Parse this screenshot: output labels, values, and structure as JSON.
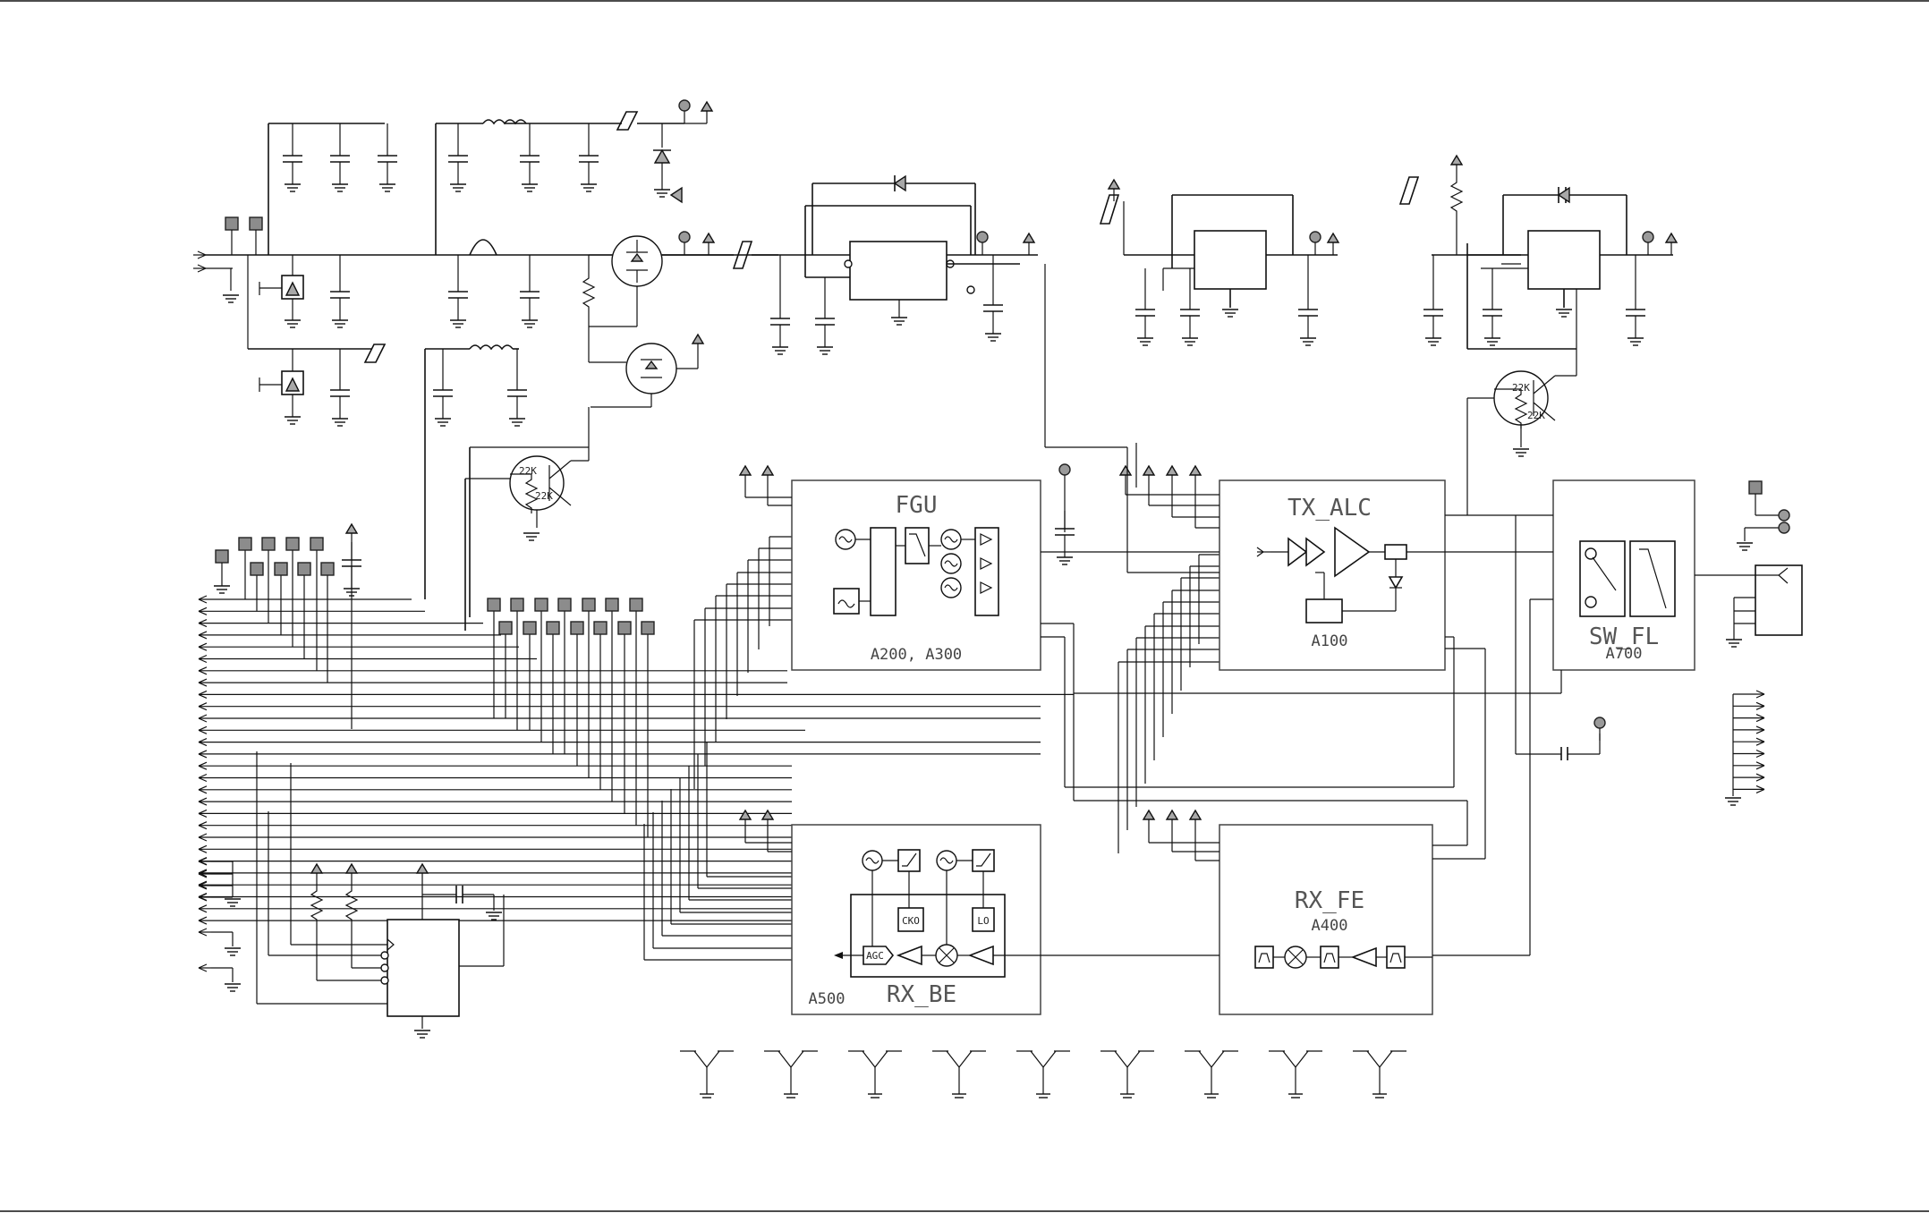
{
  "diagram": {
    "modules": [
      {
        "id": "fgu",
        "title": "FGU",
        "subtitle": "A200, A300"
      },
      {
        "id": "tx_alc",
        "title": "TX_ALC",
        "subtitle": "A100"
      },
      {
        "id": "sw_fl",
        "title": "SW_FL",
        "subtitle": "A700"
      },
      {
        "id": "rx_be",
        "title": "RX_BE",
        "subtitle": "A500"
      },
      {
        "id": "rx_fe",
        "title": "RX_FE",
        "subtitle": "A400"
      }
    ],
    "inner_labels": {
      "cko": "CKO",
      "lo": "LO",
      "agc": "AGC"
    },
    "resistor_labels": {
      "r1a": "22K",
      "r1b": "22K",
      "r2a": "22K",
      "r2b": "22K"
    }
  }
}
